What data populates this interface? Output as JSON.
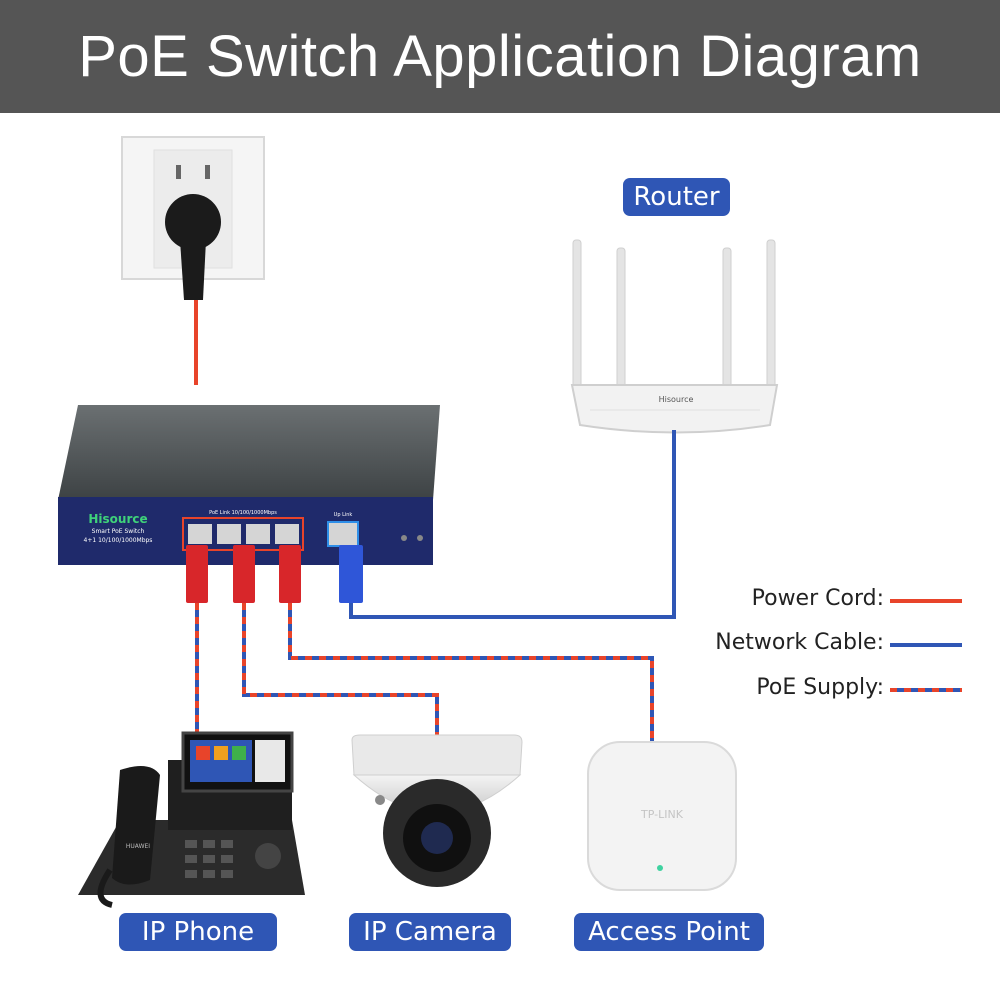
{
  "title": "PoE Switch Application Diagram",
  "colors": {
    "header_bg": "#555555",
    "badge_bg": "#2f56b5",
    "power_cord": "#e8442a",
    "network_cable": "#2f56b5",
    "switch_front": "#1f2a6b"
  },
  "router": {
    "label": "Router",
    "brand": "Hisource"
  },
  "switch": {
    "brand": "Hisource",
    "model": "Smart PoE Switch",
    "spec": "4+1 10/100/1000Mbps",
    "poe_ports_label": "PoE Link   10/100/1000Mbps",
    "uplink_label": "Up Link"
  },
  "legend": [
    {
      "label": "Power Cord:",
      "style": "power"
    },
    {
      "label": "Network Cable:",
      "style": "network"
    },
    {
      "label": "PoE Supply:",
      "style": "poe"
    }
  ],
  "devices": [
    {
      "label": "IP Phone",
      "brand": "HUAWEI"
    },
    {
      "label": "IP Camera"
    },
    {
      "label": "Access Point",
      "brand": "TP-LINK"
    }
  ]
}
